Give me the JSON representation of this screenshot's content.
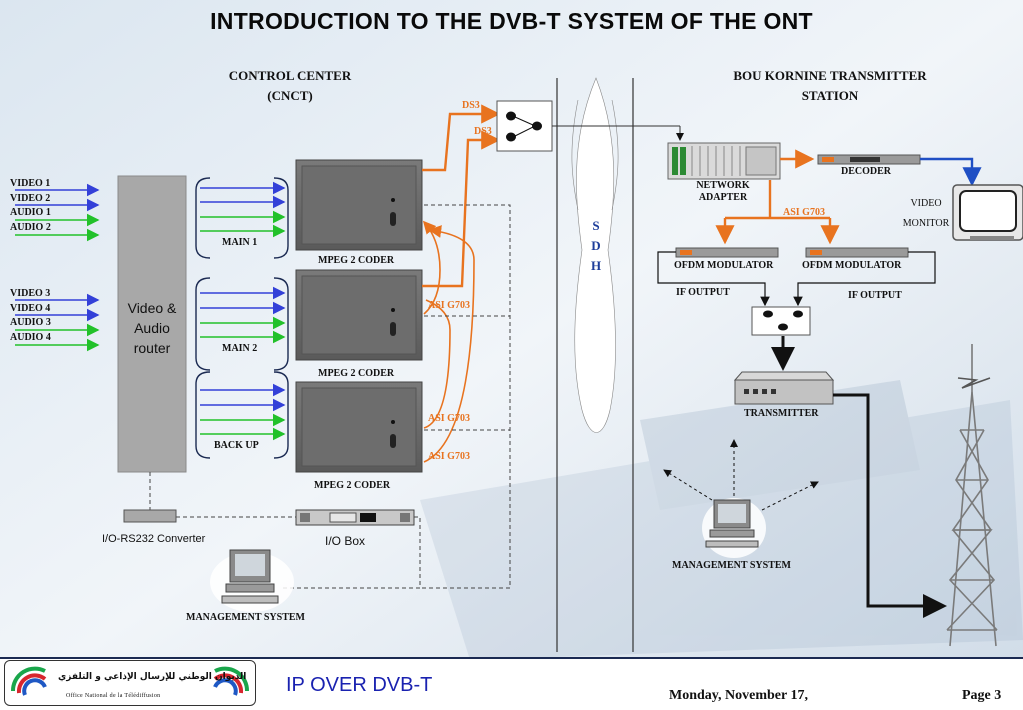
{
  "title": "INTRODUCTION TO THE DVB-T SYSTEM OF THE ONT",
  "control_center": {
    "line1": "CONTROL CENTER",
    "line2": "(CNCT)"
  },
  "transmitter_station": {
    "line1": "BOU KORNINE TRANSMITTER",
    "line2": "STATION"
  },
  "inputs_group1": [
    "VIDEO 1",
    "VIDEO 2",
    "AUDIO 1",
    "AUDIO 2"
  ],
  "inputs_group2": [
    "VIDEO 3",
    "VIDEO 4",
    "AUDIO 3",
    "AUDIO 4"
  ],
  "router": {
    "line1": "Video &",
    "line2": "Audio",
    "line3": "router"
  },
  "channels": {
    "main1": "MAIN 1",
    "main2": "MAIN 2",
    "backup": "BACK UP"
  },
  "coders": [
    "MPEG 2 CODER",
    "MPEG 2 CODER",
    "MPEG 2 CODER"
  ],
  "links": {
    "ds3_1": "DS3",
    "ds3_2": "DS3",
    "asi_1": "ASI G703",
    "asi_2": "ASI G703",
    "asi_3": "ASI G703",
    "asi_tx": "ASI G703"
  },
  "sdh": [
    "S",
    "D",
    "H"
  ],
  "network_adapter": {
    "line1": "NETWORK",
    "line2": "ADAPTER"
  },
  "decoder": "DECODER",
  "video_monitor": {
    "line1": "VIDEO",
    "line2": "MONITOR"
  },
  "ofdm": [
    "OFDM MODULATOR",
    "OFDM MODULATOR"
  ],
  "if_output": [
    "IF OUTPUT",
    "IF OUTPUT"
  ],
  "transmitter": "TRANSMITTER",
  "management_tx": "MANAGEMENT SYSTEM",
  "management_cc": "MANAGEMENT SYSTEM",
  "converter": "I/O-RS232 Converter",
  "io_box": "I/O Box",
  "footer": {
    "logo_arabic": "الديوان الوطني للإرسال الإذاعي و التلفزي",
    "logo_french": "Office National de la Télédiffusion",
    "title": "IP OVER DVB-T",
    "date": "Monday, November 17,",
    "page": "Page 3"
  },
  "colors": {
    "orange_link": "#e8731f",
    "video_arrow": "#3340d8",
    "audio_arrow": "#22c12a",
    "footer_title": "#1a22b0",
    "sdh_text": "#1d3d9a"
  }
}
